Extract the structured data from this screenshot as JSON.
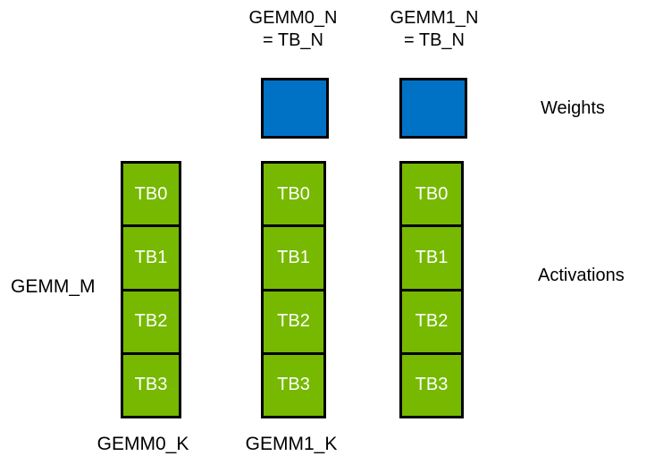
{
  "diagram": {
    "title_semantics": "Dual GEMM thread-block tiling diagram",
    "top_labels": [
      {
        "line1": "GEMM0_N",
        "line2": "= TB_N"
      },
      {
        "line1": "GEMM1_N",
        "line2": "= TB_N"
      }
    ],
    "side_labels": {
      "weights": "Weights",
      "activations": "Activations",
      "gemm_m": "GEMM_M"
    },
    "bottom_labels": [
      "GEMM0_K",
      "GEMM1_K"
    ],
    "weight_blocks": [
      {
        "name": "gemm0-weight-tile"
      },
      {
        "name": "gemm1-weight-tile"
      }
    ],
    "columns": [
      {
        "blocks": [
          "TB0",
          "TB1",
          "TB2",
          "TB3"
        ]
      },
      {
        "blocks": [
          "TB0",
          "TB1",
          "TB2",
          "TB3"
        ]
      },
      {
        "blocks": [
          "TB0",
          "TB1",
          "TB2",
          "TB3"
        ]
      }
    ],
    "colors": {
      "green": "#76B900",
      "blue": "#0072C6",
      "border": "#000000",
      "text": "#000000",
      "block_text": "#FFFFFF"
    }
  }
}
